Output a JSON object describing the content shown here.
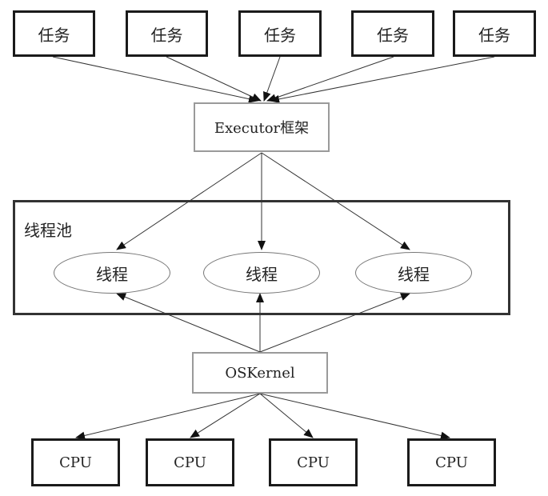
{
  "tasks": [
    {
      "label": "任务"
    },
    {
      "label": "任务"
    },
    {
      "label": "任务"
    },
    {
      "label": "任务"
    },
    {
      "label": "任务"
    }
  ],
  "executor": {
    "label": "Executor框架"
  },
  "thread_pool": {
    "title": "线程池",
    "threads": [
      {
        "label": "线程"
      },
      {
        "label": "线程"
      },
      {
        "label": "线程"
      }
    ]
  },
  "kernel": {
    "label": "OSKernel"
  },
  "cpus": [
    {
      "label": "CPU"
    },
    {
      "label": "CPU"
    },
    {
      "label": "CPU"
    },
    {
      "label": "CPU"
    }
  ]
}
